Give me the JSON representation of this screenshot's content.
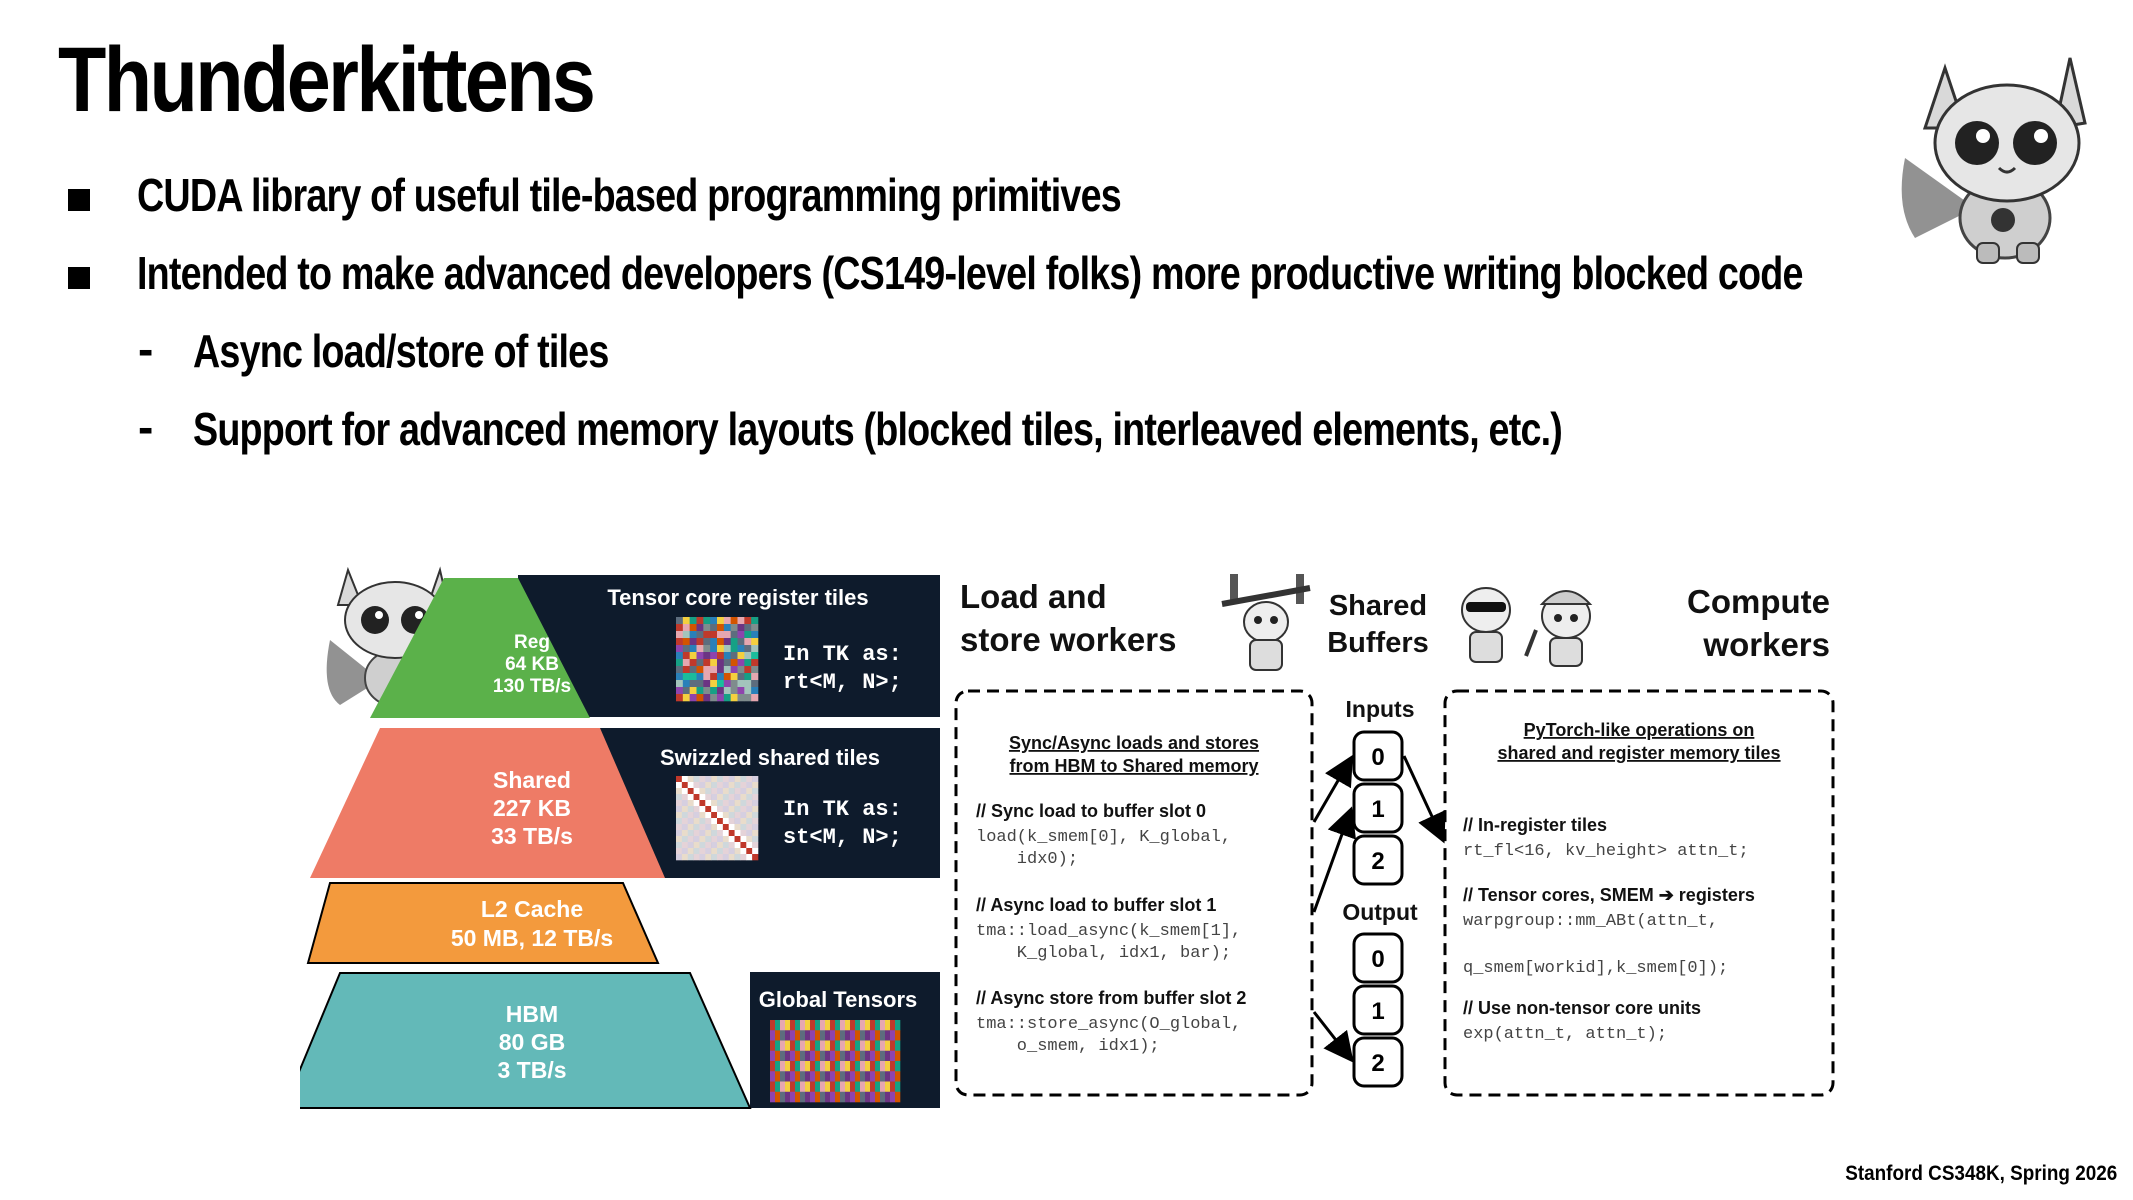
{
  "slide": {
    "title": "Thunderkittens",
    "bullets": [
      "CUDA library of useful tile-based programming primitives",
      "Intended to make advanced developers (CS149-level folks) more productive writing blocked code"
    ],
    "sub_bullets": [
      "Async load/store of tiles",
      "Support for advanced memory layouts (blocked tiles, interleaved elements, etc.)"
    ],
    "footer": "Stanford CS348K, Spring 2026"
  },
  "diagram": {
    "pyramid": {
      "reg": {
        "name": "Reg",
        "size": "64 KB",
        "bw": "130 TB/s",
        "color": "#5bb14a"
      },
      "shared": {
        "name": "Shared",
        "size": "227 KB",
        "bw": "33 TB/s",
        "color": "#ee7b66"
      },
      "l2": {
        "name": "L2 Cache",
        "spec": "50 MB, 12 TB/s",
        "color": "#f39a3d"
      },
      "hbm": {
        "name": "HBM",
        "size": "80 GB",
        "bw": "3 TB/s",
        "color": "#63b9b8"
      }
    },
    "tiles": {
      "register_title": "Tensor core register tiles",
      "register_tk": [
        "In TK as:",
        "rt<M, N>;"
      ],
      "shared_title": "Swizzled shared tiles",
      "shared_tk": [
        "In TK as:",
        "st<M, N>;"
      ],
      "global_title": "Global Tensors",
      "panel_color": "#0e1b2c"
    },
    "load_workers": {
      "heading": [
        "Load and",
        "store workers"
      ],
      "subtitle": [
        "Sync/Async loads and stores",
        "from HBM to Shared memory"
      ],
      "sections": [
        {
          "comment": "// Sync load to buffer slot 0",
          "code": [
            "load(k_smem[0], K_global,",
            "    idx0);"
          ]
        },
        {
          "comment": "// Async load to buffer slot 1",
          "code": [
            "tma::load_async(k_smem[1],",
            "    K_global, idx1, bar);"
          ]
        },
        {
          "comment": "// Async store from buffer slot 2",
          "code": [
            "tma::store_async(O_global,",
            "    o_smem, idx1);"
          ]
        }
      ]
    },
    "shared_buffers": {
      "heading": [
        "Shared",
        "Buffers"
      ],
      "inputs_label": "Inputs",
      "inputs": [
        "0",
        "1",
        "2"
      ],
      "output_label": "Output",
      "outputs": [
        "0",
        "1",
        "2"
      ]
    },
    "compute_workers": {
      "heading": [
        "Compute",
        "workers"
      ],
      "subtitle": [
        "PyTorch-like operations on",
        "shared and register memory tiles"
      ],
      "sections": [
        {
          "comment": "// In-register tiles",
          "code": [
            "rt_fl<16, kv_height> attn_t;"
          ]
        },
        {
          "comment": "// Tensor cores, SMEM ➔ registers",
          "code": [
            "warpgroup::mm_ABt(attn_t,",
            "",
            "q_smem[workid],k_smem[0]);"
          ]
        },
        {
          "comment": "// Use non-tensor core units",
          "code": [
            "exp(attn_t, attn_t);"
          ]
        }
      ]
    }
  }
}
